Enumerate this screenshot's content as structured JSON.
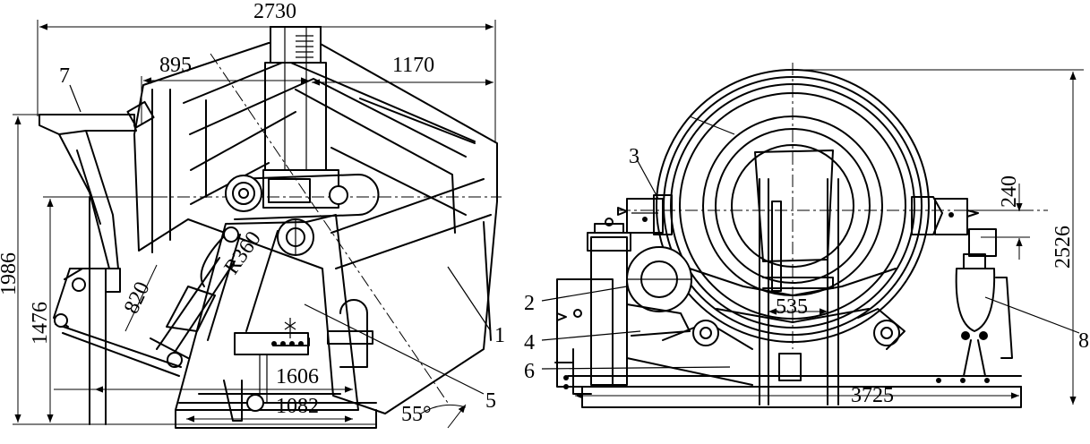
{
  "dimensions": {
    "overall_width": "2730",
    "hopper_offset": "895",
    "drum_overhang": "1170",
    "radius": "R360",
    "arm": "820",
    "base_width": "1606",
    "base_inner": "1082",
    "overall_height": "1986",
    "axle_height": "1476",
    "tilt_angle": "55°",
    "front_height": "2526",
    "ring_offset": "240",
    "rail_gap": "535",
    "front_length": "3725"
  },
  "part_labels": {
    "p1": "1",
    "p2": "2",
    "p3": "3",
    "p4": "4",
    "p5": "5",
    "p6": "6",
    "p7": "7",
    "p8": "8"
  }
}
